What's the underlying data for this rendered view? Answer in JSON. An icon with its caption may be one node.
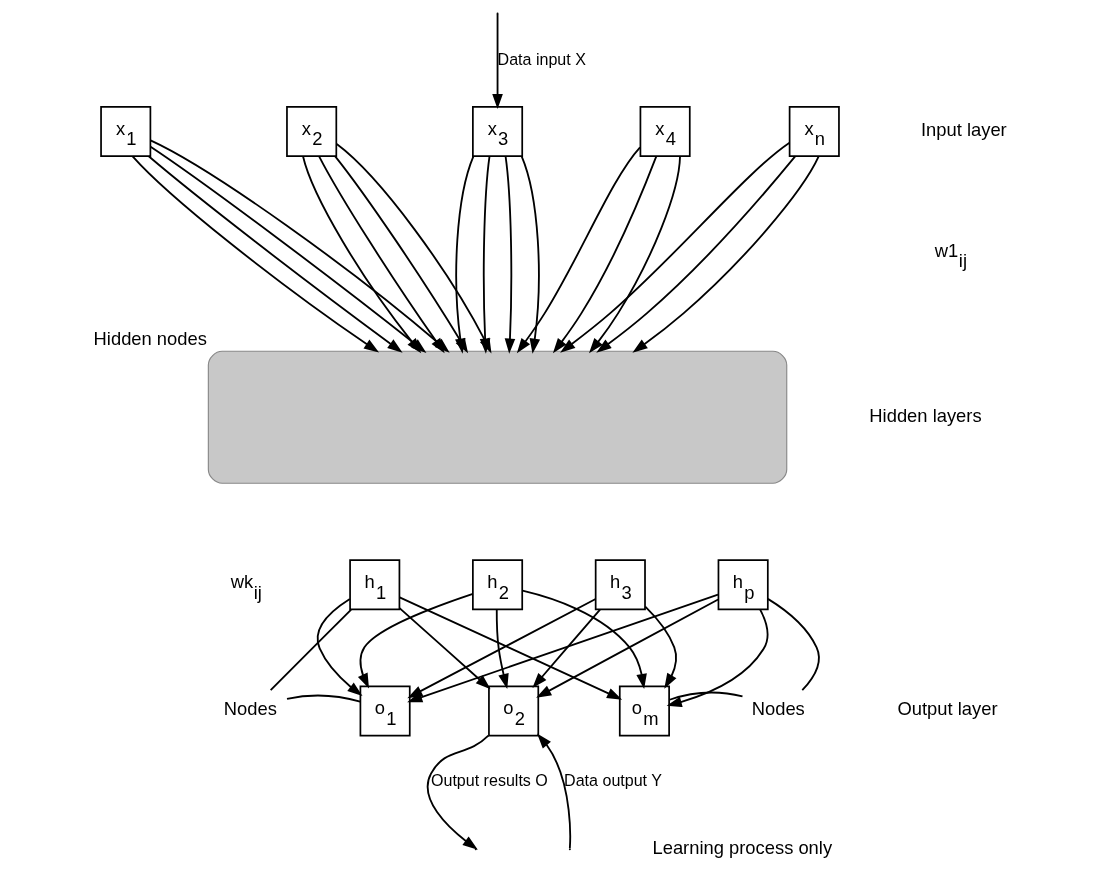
{
  "diagram": {
    "nodes": [
      {
        "text": [
          "x$_{1}$"
        ]
      },
      {
        "text": [
          "x$_{2}$"
        ]
      },
      {
        "text": [
          "x$_{3}$"
        ]
      },
      {
        "text": [
          "x$_{4}$"
        ]
      },
      {
        "text": [
          "x$_{n}$"
        ]
      },
      {
        "text": [],
        "shape": "cloud",
        "beside": [
          "Hidden nodes"
        ]
      },
      {
        "text": [
          "h$_{1}$"
        ]
      },
      {
        "text": [
          "h$_{2}$"
        ]
      },
      {
        "text": [
          "h$_{3}$"
        ]
      },
      {
        "text": [
          "h$_{p}$"
        ]
      },
      {
        "text": [
          "o$_{1}$"
        ]
      },
      {
        "text": [
          "o$_{2}$"
        ]
      },
      {
        "text": [
          "o$_{m}$"
        ]
      },
      {
        "text": [
          "Nodes"
        ]
      },
      {
        "text": [
          "Nodes"
        ]
      }
    ],
    "edges": [
      {
        "from": null,
        "to": 2,
        "arrow": "to",
        "label": "Data input X"
      },
      {
        "from": 0,
        "to": 5,
        "arrow": "to"
      },
      {
        "from": 0,
        "to": 5,
        "arrow": "to"
      },
      {
        "from": 0,
        "to": 5,
        "arrow": "to"
      },
      {
        "from": 0,
        "to": 5,
        "arrow": "to"
      },
      {
        "from": 1,
        "to": 5,
        "arrow": "to"
      },
      {
        "from": 1,
        "to": 5,
        "arrow": "to"
      },
      {
        "from": 1,
        "to": 5,
        "arrow": "to"
      },
      {
        "from": 1,
        "to": 5,
        "arrow": "to"
      },
      {
        "from": 2,
        "to": 5,
        "arrow": "to"
      },
      {
        "from": 2,
        "to": 5,
        "arrow": "to"
      },
      {
        "from": 2,
        "to": 5,
        "arrow": "to"
      },
      {
        "from": 2,
        "to": 5,
        "arrow": "to"
      },
      {
        "from": 3,
        "to": 5,
        "arrow": "to"
      },
      {
        "from": 3,
        "to": 5,
        "arrow": "to"
      },
      {
        "from": 3,
        "to": 5,
        "arrow": "to"
      },
      {
        "from": 4,
        "to": 5,
        "arrow": "to"
      },
      {
        "from": 4,
        "to": 5,
        "arrow": "to"
      },
      {
        "from": 4,
        "to": 5,
        "arrow": "to"
      },
      {
        "from": 6,
        "to": 10,
        "arrow": "to"
      },
      {
        "from": 6,
        "to": 11,
        "arrow": "to"
      },
      {
        "from": 6,
        "to": 12,
        "arrow": "to"
      },
      {
        "from": 7,
        "to": 10,
        "arrow": "to"
      },
      {
        "from": 7,
        "to": 11,
        "arrow": "to"
      },
      {
        "from": 7,
        "to": 12,
        "arrow": "to"
      },
      {
        "from": 8,
        "to": 10,
        "arrow": "to"
      },
      {
        "from": 8,
        "to": 11,
        "arrow": "to"
      },
      {
        "from": 8,
        "to": 12,
        "arrow": "to"
      },
      {
        "from": 9,
        "to": 10,
        "arrow": "to"
      },
      {
        "from": 9,
        "to": 11,
        "arrow": "to"
      },
      {
        "from": 9,
        "to": 12,
        "arrow": "to"
      },
      {
        "from": 13,
        "to": 6,
        "arrow": "none"
      },
      {
        "from": 13,
        "to": 10,
        "arrow": "none"
      },
      {
        "from": 14,
        "to": 9,
        "arrow": "none"
      },
      {
        "from": 14,
        "to": 12,
        "arrow": "none"
      },
      {
        "from": 11,
        "to": null,
        "arrow": "to",
        "label": "Output results O"
      },
      {
        "from": null,
        "to": 11,
        "arrow": "to",
        "label": "Data output Y"
      }
    ],
    "labels": [
      "Input layer",
      "w1$_{ij}$",
      "Hidden layers",
      "wk$_{ij}$",
      "Output layer",
      "Learning process only"
    ]
  }
}
